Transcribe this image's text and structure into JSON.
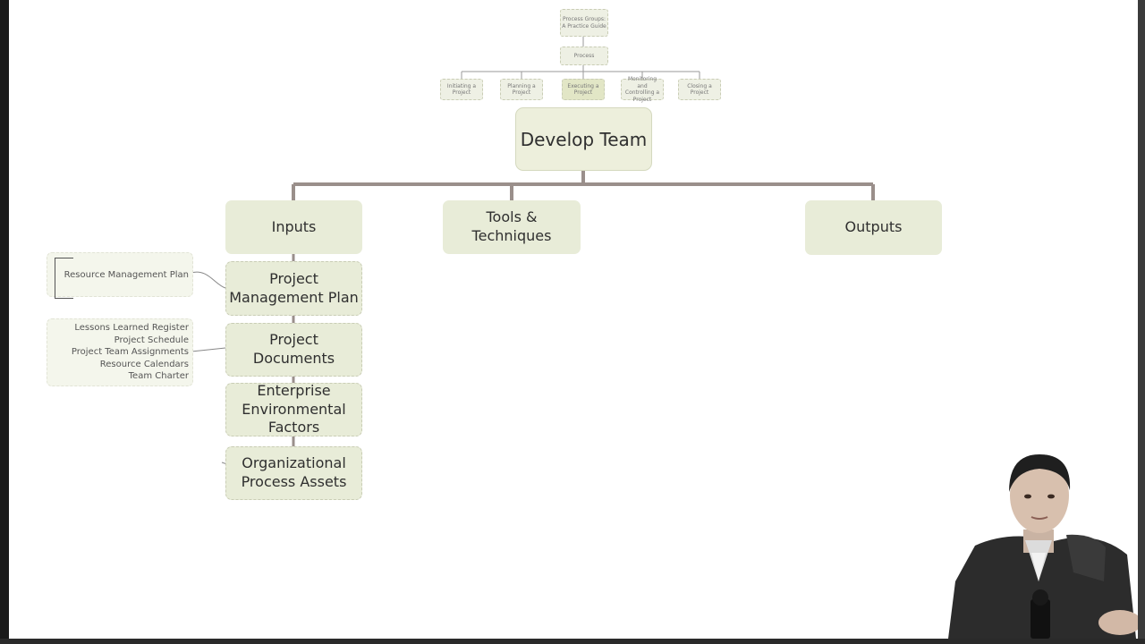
{
  "top_chart": {
    "root": "Process Groups: A Practice Guide",
    "process": "Process",
    "groups": [
      "Initiating a Project",
      "Planning a Project",
      "Executing a Project",
      "Monitoring and Controlling a Project",
      "Closing a Project"
    ]
  },
  "diagram": {
    "title": "Develop Team",
    "categories": {
      "inputs": "Inputs",
      "tools": "Tools & Techniques",
      "outputs": "Outputs"
    },
    "inputs": [
      "Project Management Plan",
      "Project Documents",
      "Enterprise Environmental Factors",
      "Organizational Process Assets"
    ],
    "pmp_details": [
      "Resource Management Plan"
    ],
    "doc_details": [
      "Lessons Learned Register",
      "Project Schedule",
      "Project Team Assignments",
      "Resource Calendars",
      "Team Charter"
    ]
  },
  "colors": {
    "box_fill": "#e8ecd8",
    "connector": "#9a8f8b",
    "highlight": "#e2e6c6"
  }
}
